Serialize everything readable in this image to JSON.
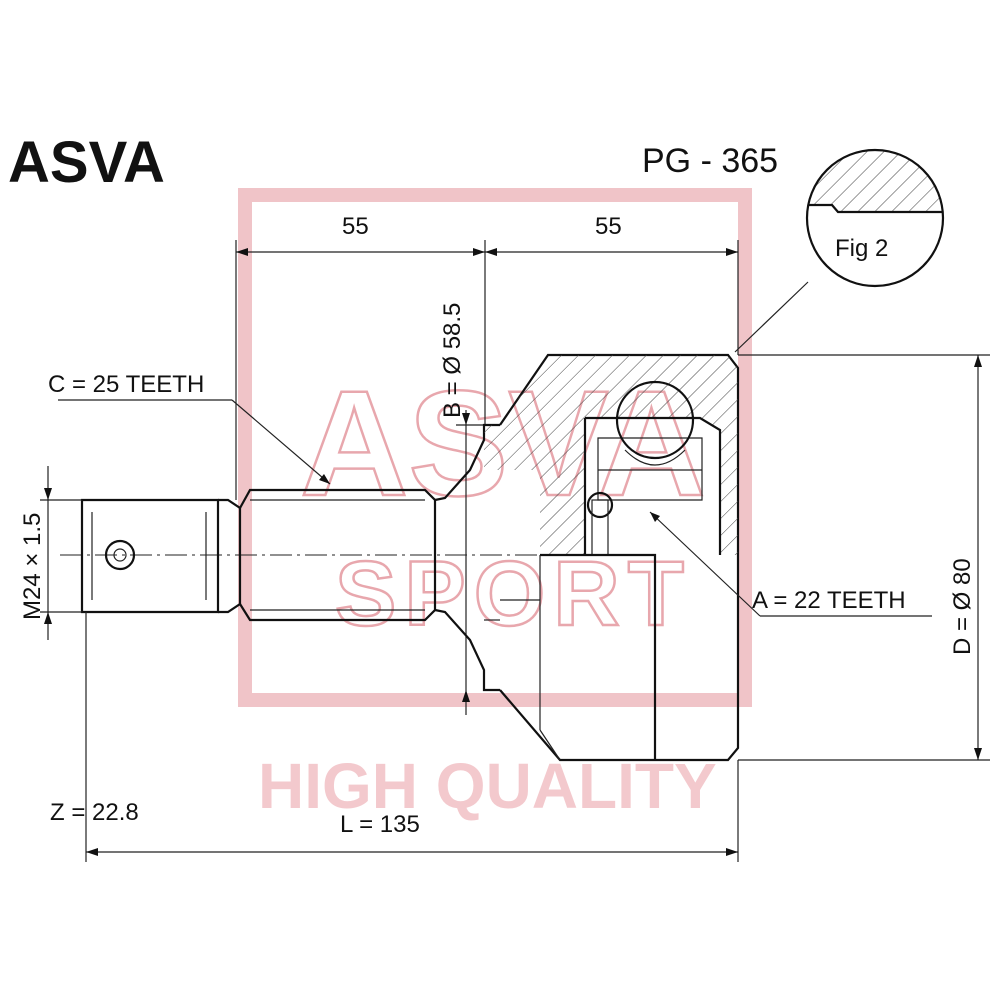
{
  "brand": "ASVA",
  "part_number": "PG - 365",
  "fig_label": "Fig 2",
  "dimensions": {
    "left_length": "55",
    "right_length": "55",
    "b_diameter": "B = Ø 58.5",
    "c_teeth": "C = 25 TEETH",
    "a_teeth": "A = 22 TEETH",
    "thread": "M24 × 1.5",
    "d_diameter": "D = Ø 80",
    "z_value": "Z = 22.8",
    "l_length": "L = 135"
  },
  "watermark": {
    "logo_text": "ASVA",
    "sub_text": "SPORT",
    "tagline": "HIGH QUALITY"
  },
  "colors": {
    "watermark": "#e8a7ad",
    "line": "#111111"
  }
}
